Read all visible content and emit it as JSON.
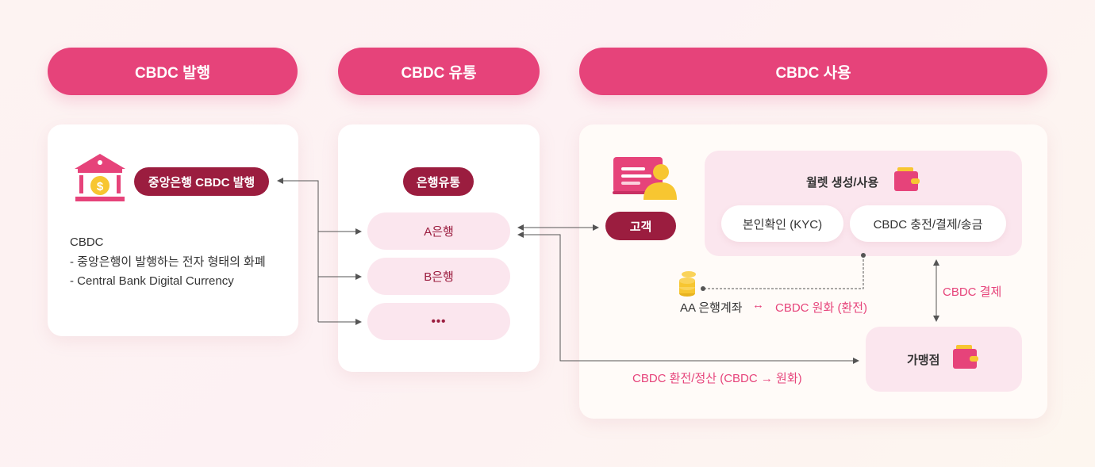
{
  "headers": {
    "issue": "CBDC 발행",
    "circulation": "CBDC 유통",
    "use": "CBDC 사용"
  },
  "issue_card": {
    "badge": "중앙은행 CBDC 발행",
    "icon": "bank-coin-icon",
    "desc_title": "CBDC",
    "desc_line1": "- 중앙은행이 발행하는 전자 형태의 화폐",
    "desc_line2": "- Central Bank Digital Currency"
  },
  "circulation_card": {
    "badge": "은행유통",
    "banks": [
      "A은행",
      "B은행",
      "•••"
    ]
  },
  "use_card": {
    "customer_label": "고객",
    "customer_icon": "customer-card-icon",
    "wallet_title": "월렛 생성/사용",
    "wallet_kyc": "본인확인 (KYC)",
    "wallet_actions": "CBDC 충전/결제/송금",
    "account_label": "AA 은행계좌",
    "exchange_arrow": "↔",
    "exchange_label": "CBDC 원화 (환전)",
    "payment_label": "CBDC 결제",
    "merchant_label": "가맹점",
    "settlement_label": "CBDC 환전/정산 (CBDC → 원화)"
  },
  "colors": {
    "accent": "#e6437a",
    "dark": "#9b1d3f",
    "light_pink": "#fbe6ee",
    "coin": "#f7c631"
  }
}
